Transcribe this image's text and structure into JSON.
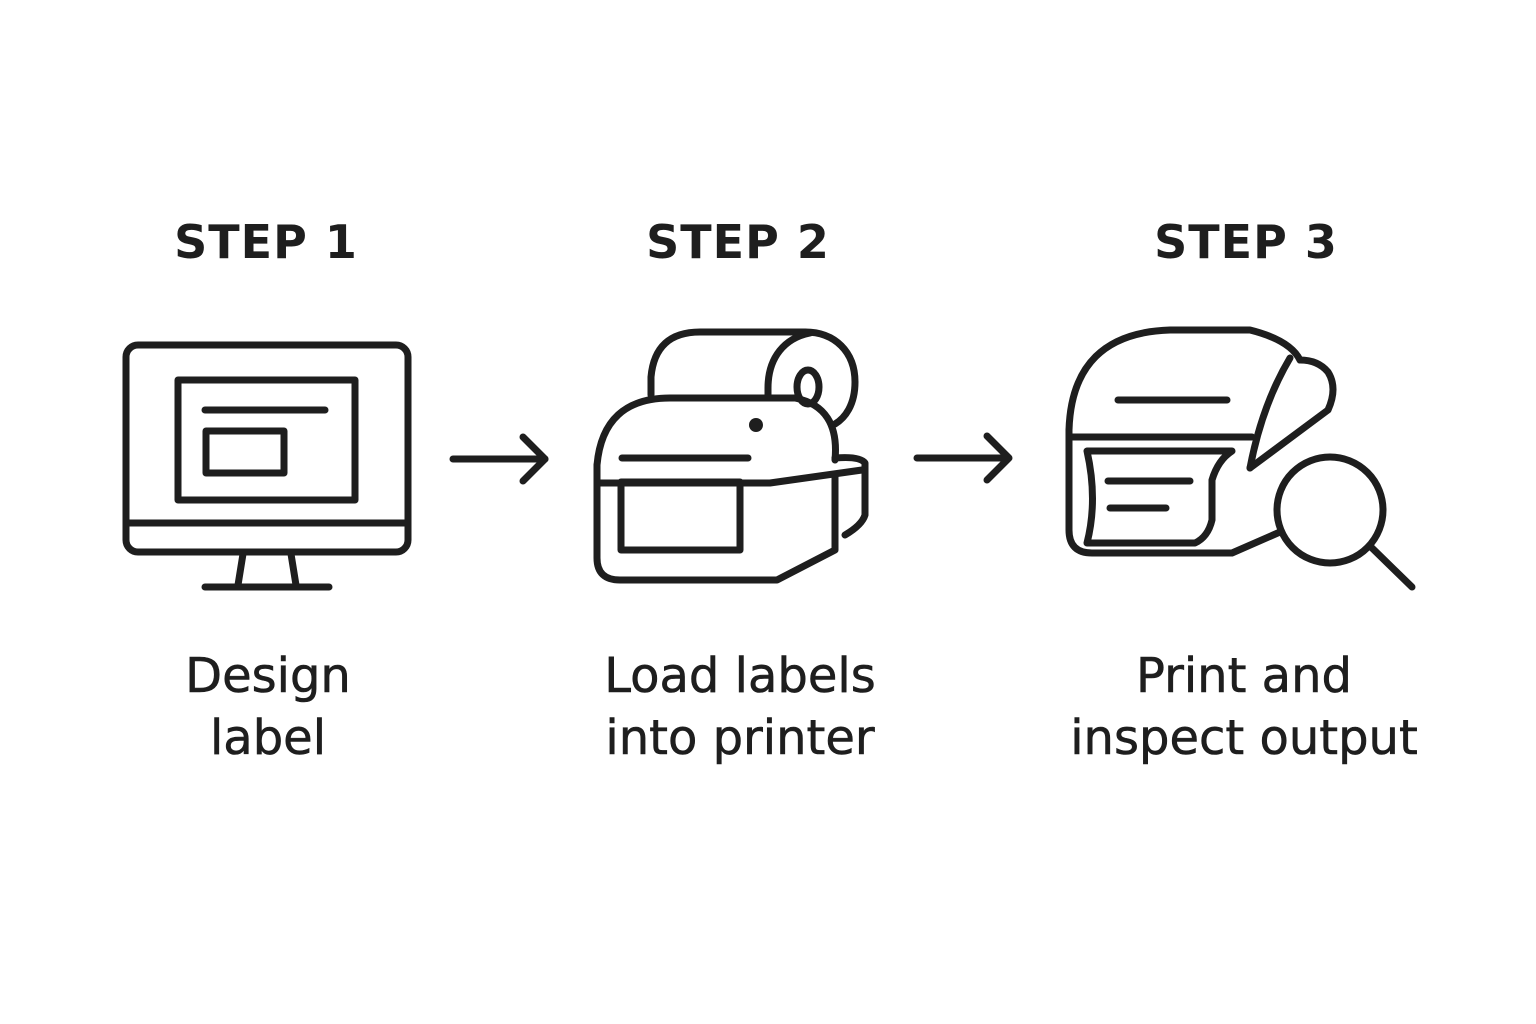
{
  "steps": [
    {
      "title": "STEP 1",
      "caption": [
        "Design",
        "label"
      ],
      "icon": "monitor-icon"
    },
    {
      "title": "STEP 2",
      "caption": [
        "Load labels",
        "into printer"
      ],
      "icon": "label-printer-roll-icon"
    },
    {
      "title": "STEP 3",
      "caption": [
        "Print and",
        "inspect output"
      ],
      "icon": "printer-magnifier-icon"
    }
  ],
  "connectors": [
    "arrow-right-icon",
    "arrow-right-icon"
  ],
  "colors": {
    "ink": "#1e1e1e",
    "background": "#ffffff"
  }
}
